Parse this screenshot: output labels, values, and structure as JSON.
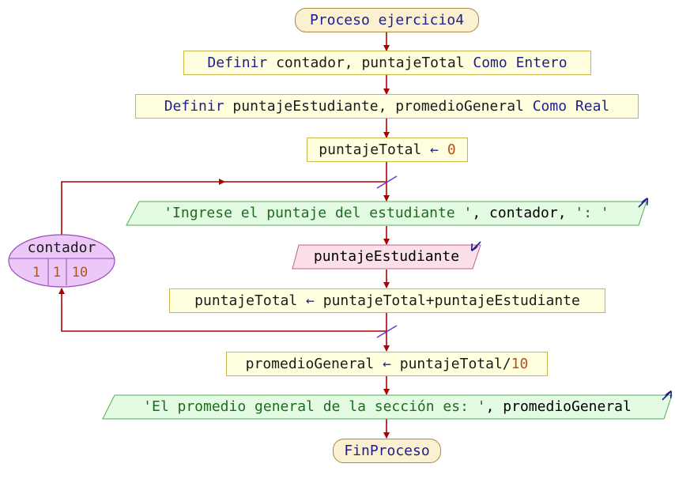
{
  "colors": {
    "flow_line": "#aa0000",
    "keyword": "#1e1e8c",
    "number": "#b0531c",
    "string": "#1e6a1e",
    "terminal_fill": "#fbf0cf",
    "process_fill": "#ffffdf",
    "output_fill": "#e3fbe3",
    "input_fill": "#fbdfea",
    "loop_fill": "#ecc8f8"
  },
  "start": {
    "keyword": "Proceso",
    "name": "ejercicio4"
  },
  "def1": {
    "kw1": "Definir",
    "vars": "contador, puntajeTotal",
    "kw2": "Como",
    "type": "Entero"
  },
  "def2": {
    "kw1": "Definir",
    "vars": "puntajeEstudiante, promedioGeneral",
    "kw2": "Como",
    "type": "Real"
  },
  "assign1": {
    "target": "puntajeTotal",
    "arrow": "←",
    "value": "0"
  },
  "loop": {
    "variable": "contador",
    "start": "1",
    "step": "1",
    "end": "10"
  },
  "out1": {
    "string": "'Ingrese el puntaje del estudiante '",
    "sep1": ", contador, ",
    "string2": "': '"
  },
  "in1": {
    "variable": "puntajeEstudiante"
  },
  "assign2": {
    "target": "puntajeTotal",
    "arrow": "←",
    "expr": "puntajeTotal+puntajeEstudiante"
  },
  "assign3": {
    "target": "promedioGeneral",
    "arrow": "←",
    "expr": "puntajeTotal/",
    "num": "10"
  },
  "out2": {
    "string": "'El promedio general de la sección es: '",
    "rest": ", promedioGeneral"
  },
  "end": {
    "keyword": "FinProceso"
  }
}
